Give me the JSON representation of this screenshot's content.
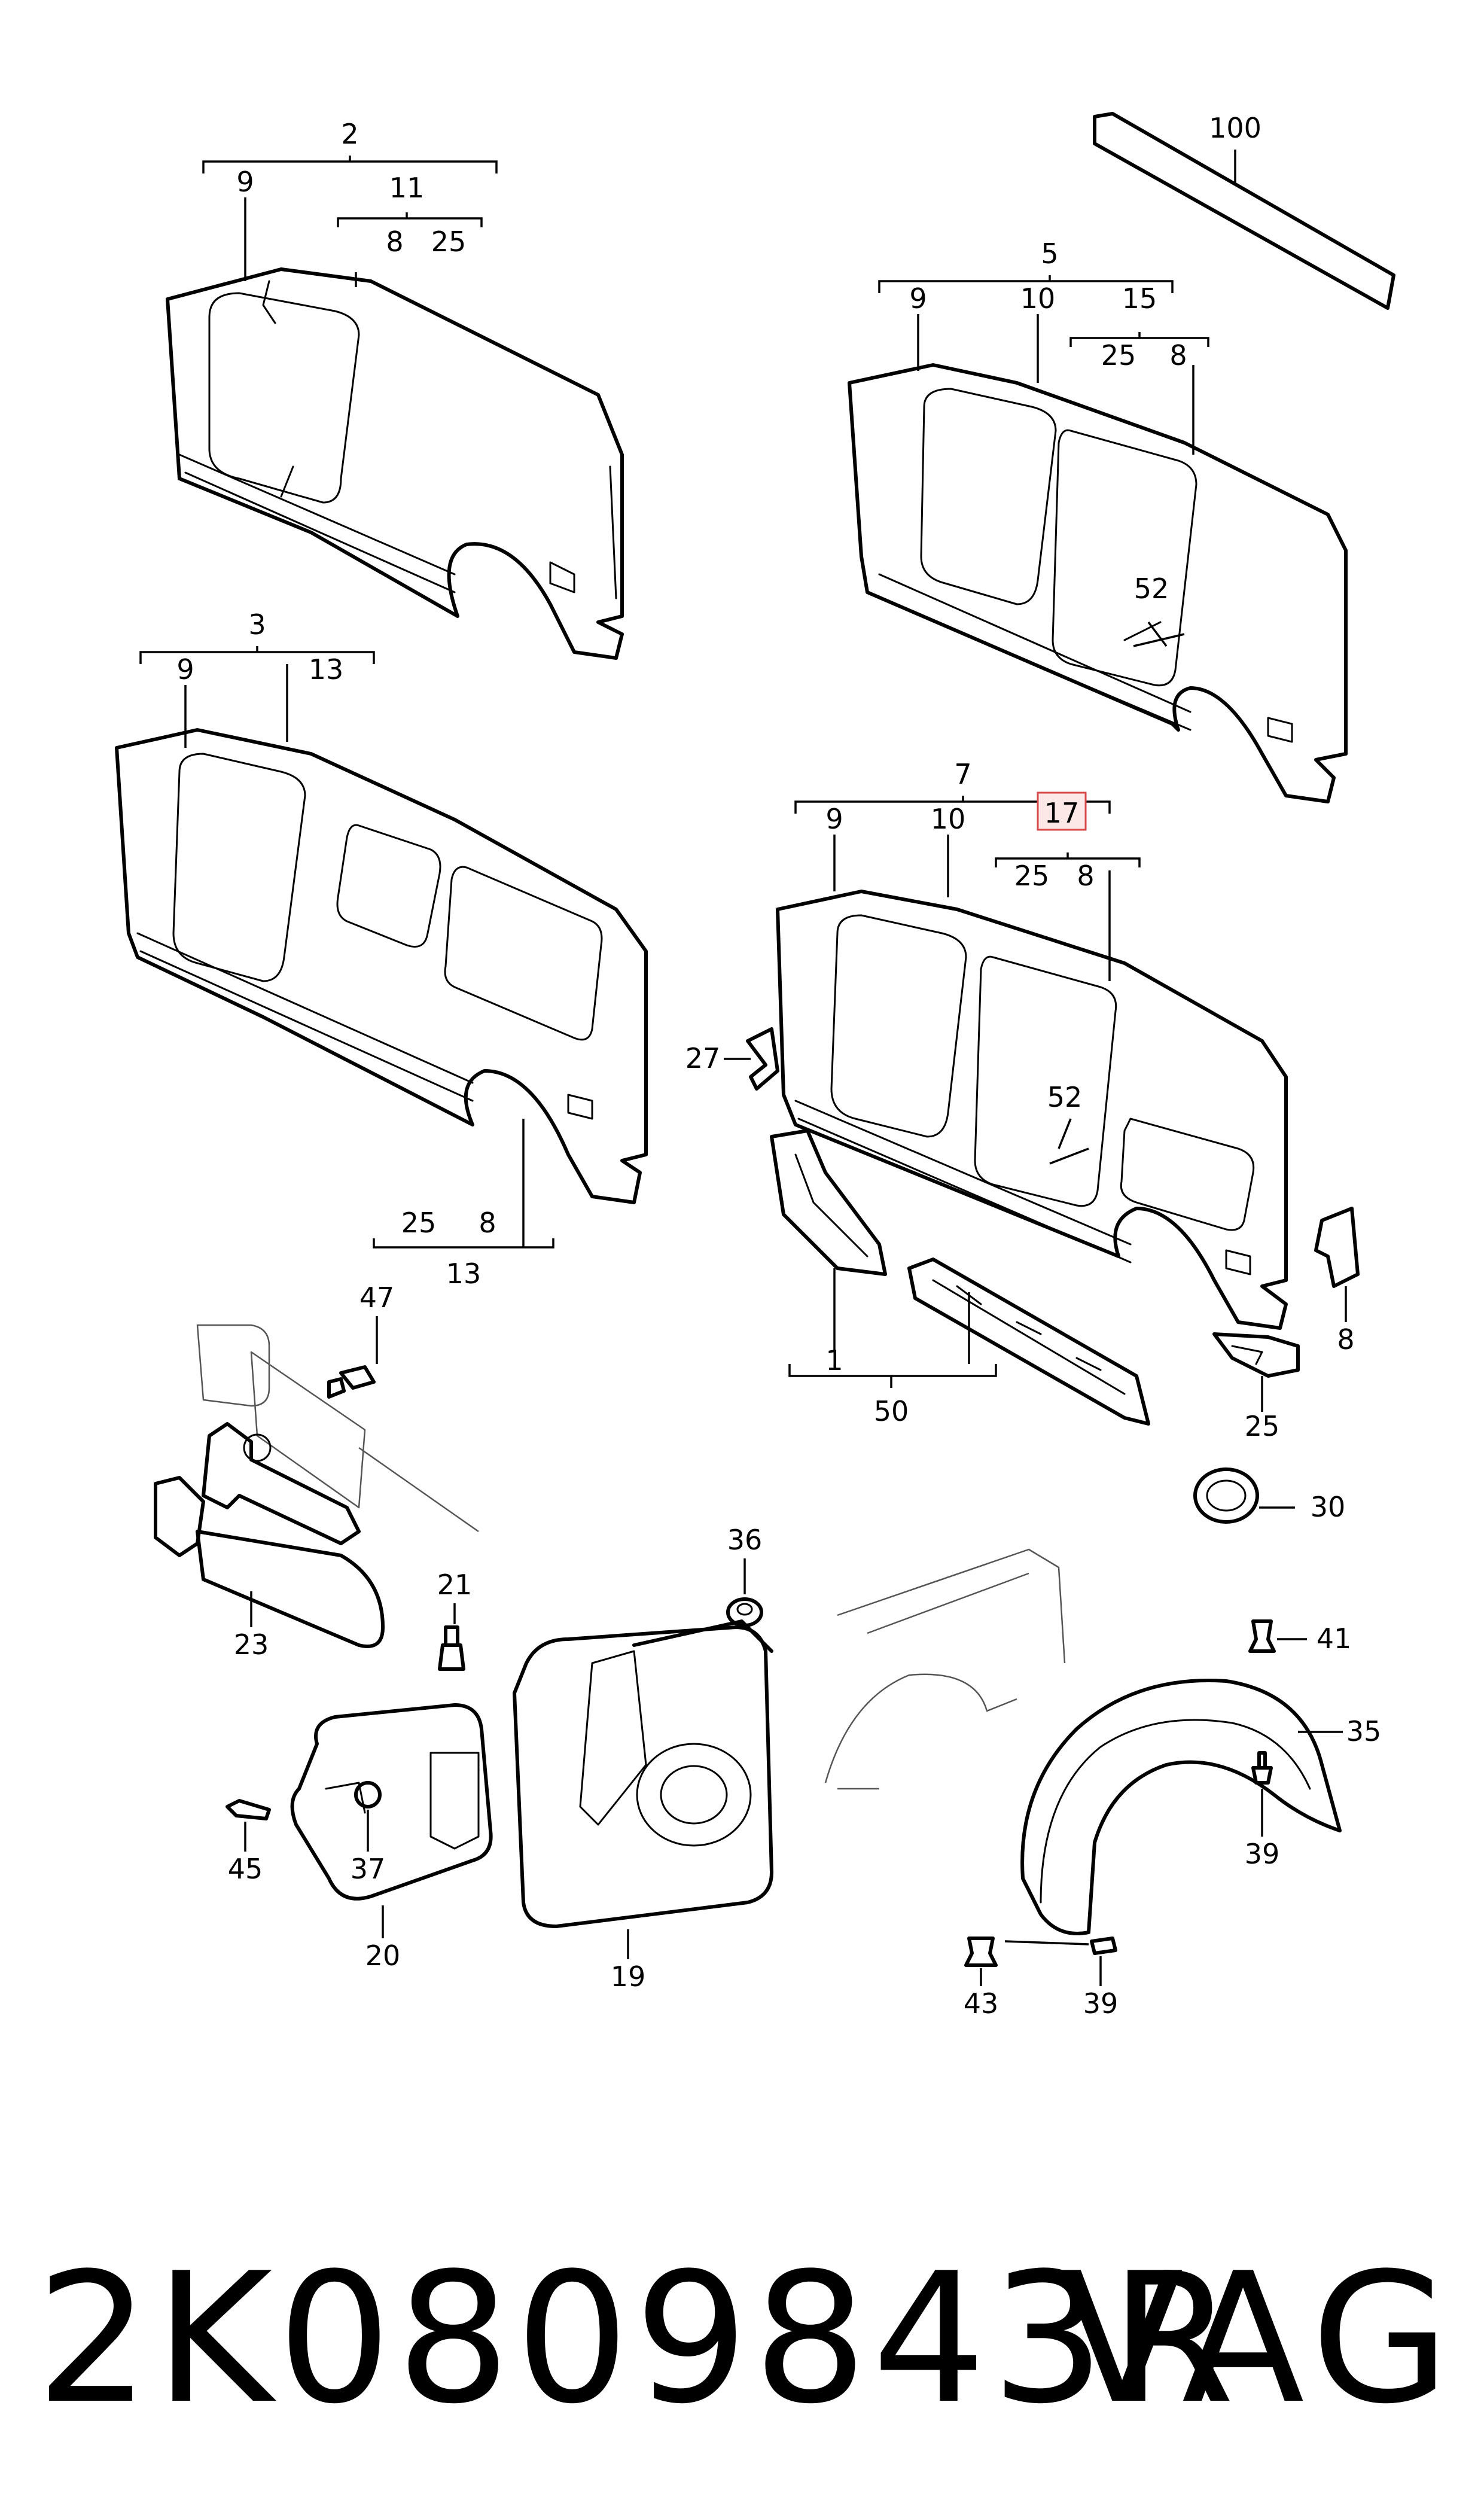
{
  "labels": {
    "l1": "1",
    "l2": "2",
    "l3": "3",
    "l5": "5",
    "l7": "7",
    "l8": "8",
    "l9": "9",
    "l10": "10",
    "l11": "11",
    "l13": "13",
    "l15": "15",
    "l17": "17",
    "l19": "19",
    "l20": "20",
    "l21": "21",
    "l23": "23",
    "l25": "25",
    "l27": "27",
    "l30": "30",
    "l35": "35",
    "l36": "36",
    "l37": "37",
    "l39": "39",
    "l41": "41",
    "l43": "43",
    "l45": "45",
    "l47": "47",
    "l50": "50",
    "l52": "52",
    "l100": "100"
  },
  "highlight": {
    "label": "17",
    "color": "#d94848",
    "fill": "#fde8e8"
  },
  "footer": {
    "part_number": "2K0809843R",
    "brand": "VAG"
  }
}
